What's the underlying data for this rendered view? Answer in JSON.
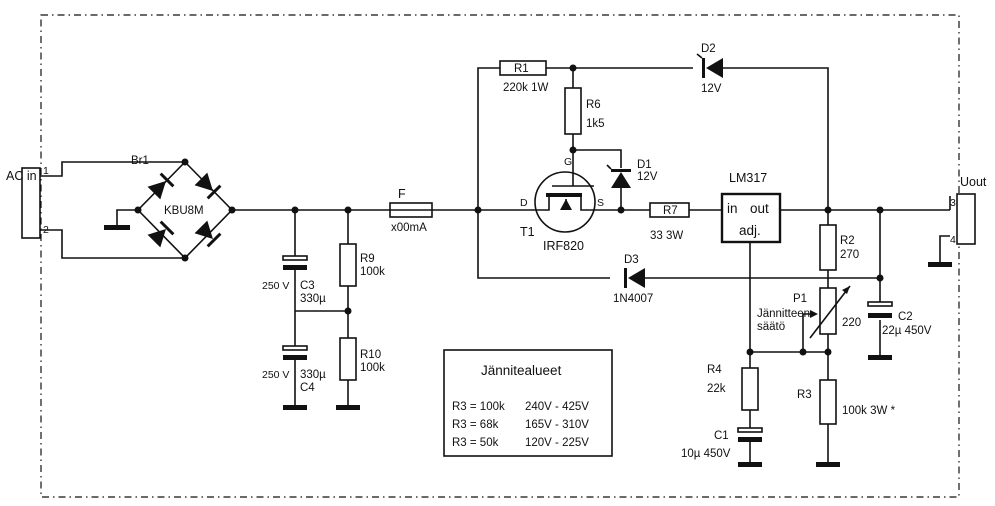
{
  "connectors": {
    "ac_in": {
      "label": "AC in",
      "pin1": "1",
      "pin2": "2"
    },
    "uout": {
      "label": "Uout",
      "pin3": "3",
      "pin4": "4"
    }
  },
  "components": {
    "br1": {
      "ref": "Br1",
      "type": "KBU8M"
    },
    "fuse": {
      "ref": "F",
      "value": "x00mA"
    },
    "c3": {
      "ref": "C3",
      "value": "330µ",
      "voltage": "250 V"
    },
    "c4": {
      "ref": "C4",
      "value": "330µ",
      "voltage": "250 V"
    },
    "r9": {
      "ref": "R9",
      "value": "100k"
    },
    "r10": {
      "ref": "R10",
      "value": "100k"
    },
    "r1": {
      "ref": "R1",
      "value": "220k 1W"
    },
    "r6": {
      "ref": "R6",
      "value": "1k5"
    },
    "d1": {
      "ref": "D1",
      "value": "12V"
    },
    "d2": {
      "ref": "D2",
      "value": "12V"
    },
    "t1": {
      "ref": "T1",
      "type": "IRF820",
      "gate": "G",
      "drain": "D",
      "source": "S"
    },
    "r7": {
      "ref": "R7",
      "value": "33  3W"
    },
    "d3": {
      "ref": "D3",
      "type": "1N4007"
    },
    "lm317": {
      "ref": "LM317",
      "in_label": "in",
      "out_label": "out",
      "adj_label": "adj."
    },
    "r2": {
      "ref": "R2",
      "value": "270"
    },
    "p1": {
      "ref": "P1",
      "value": "220",
      "desc_line1": "Jännitteen",
      "desc_line2": "säätö"
    },
    "c2": {
      "ref": "C2",
      "value": "22µ 450V"
    },
    "r4": {
      "ref": "R4",
      "value": "22k"
    },
    "c1": {
      "ref": "C1",
      "value": "10µ 450V"
    },
    "r3": {
      "ref": "R3",
      "value": "100k 3W *"
    }
  },
  "voltage_table": {
    "title": "Jännitealueet",
    "rows": [
      {
        "setting": "R3 = 100k",
        "range": "240V - 425V"
      },
      {
        "setting": "R3 = 68k",
        "range": "165V - 310V"
      },
      {
        "setting": "R3 = 50k",
        "range": "120V - 225V"
      }
    ]
  }
}
